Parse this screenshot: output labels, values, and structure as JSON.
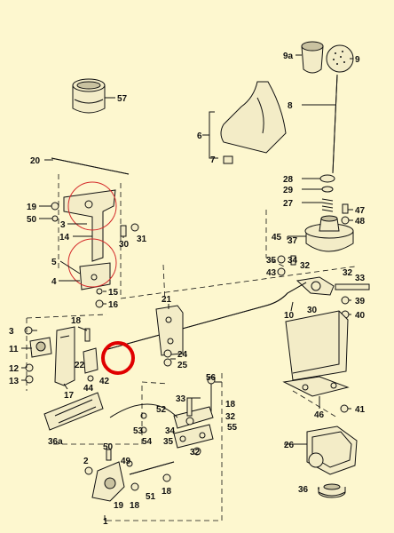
{
  "diagram": {
    "labels": [
      {
        "id": "9a",
        "text": "9a"
      },
      {
        "id": "9",
        "text": "9"
      },
      {
        "id": "57",
        "text": "57"
      },
      {
        "id": "8",
        "text": "8"
      },
      {
        "id": "6",
        "text": "6"
      },
      {
        "id": "7",
        "text": "7"
      },
      {
        "id": "20",
        "text": "20"
      },
      {
        "id": "28",
        "text": "28"
      },
      {
        "id": "29",
        "text": "29"
      },
      {
        "id": "27",
        "text": "27"
      },
      {
        "id": "47",
        "text": "47"
      },
      {
        "id": "48",
        "text": "48"
      },
      {
        "id": "19a",
        "text": "19"
      },
      {
        "id": "50a",
        "text": "50"
      },
      {
        "id": "3a",
        "text": "3"
      },
      {
        "id": "14",
        "text": "14"
      },
      {
        "id": "30a",
        "text": "30"
      },
      {
        "id": "31",
        "text": "31"
      },
      {
        "id": "45",
        "text": "45"
      },
      {
        "id": "37",
        "text": "37"
      },
      {
        "id": "35a",
        "text": "35"
      },
      {
        "id": "43",
        "text": "43"
      },
      {
        "id": "34a",
        "text": "34"
      },
      {
        "id": "32a",
        "text": "32"
      },
      {
        "id": "32b",
        "text": "32"
      },
      {
        "id": "33a",
        "text": "33"
      },
      {
        "id": "5",
        "text": "5"
      },
      {
        "id": "4",
        "text": "4"
      },
      {
        "id": "15",
        "text": "15"
      },
      {
        "id": "16",
        "text": "16"
      },
      {
        "id": "21",
        "text": "21"
      },
      {
        "id": "10",
        "text": "10"
      },
      {
        "id": "30b",
        "text": "30"
      },
      {
        "id": "39",
        "text": "39"
      },
      {
        "id": "40",
        "text": "40"
      },
      {
        "id": "3b",
        "text": "3"
      },
      {
        "id": "18a",
        "text": "18"
      },
      {
        "id": "11",
        "text": "11"
      },
      {
        "id": "12",
        "text": "12"
      },
      {
        "id": "13",
        "text": "13"
      },
      {
        "id": "22",
        "text": "22"
      },
      {
        "id": "44",
        "text": "44"
      },
      {
        "id": "42",
        "text": "42"
      },
      {
        "id": "24",
        "text": "24"
      },
      {
        "id": "25",
        "text": "25"
      },
      {
        "id": "17",
        "text": "17"
      },
      {
        "id": "56",
        "text": "56"
      },
      {
        "id": "33b",
        "text": "33"
      },
      {
        "id": "18b",
        "text": "18"
      },
      {
        "id": "52",
        "text": "52"
      },
      {
        "id": "32c",
        "text": "32"
      },
      {
        "id": "46",
        "text": "46"
      },
      {
        "id": "41",
        "text": "41"
      },
      {
        "id": "36a",
        "text": "36a"
      },
      {
        "id": "53",
        "text": "53"
      },
      {
        "id": "34b",
        "text": "34"
      },
      {
        "id": "35b",
        "text": "35"
      },
      {
        "id": "55",
        "text": "55"
      },
      {
        "id": "54",
        "text": "54"
      },
      {
        "id": "50b",
        "text": "50"
      },
      {
        "id": "32d",
        "text": "32"
      },
      {
        "id": "26",
        "text": "26"
      },
      {
        "id": "2",
        "text": "2"
      },
      {
        "id": "49",
        "text": "49"
      },
      {
        "id": "51",
        "text": "51"
      },
      {
        "id": "18c",
        "text": "18"
      },
      {
        "id": "19b",
        "text": "19"
      },
      {
        "id": "18d",
        "text": "18"
      },
      {
        "id": "1",
        "text": "1"
      },
      {
        "id": "36",
        "text": "36"
      }
    ]
  },
  "colors": {
    "background": "#fdf7cf",
    "highlight": "#e00000",
    "detail_circle": "#d42a2a"
  }
}
